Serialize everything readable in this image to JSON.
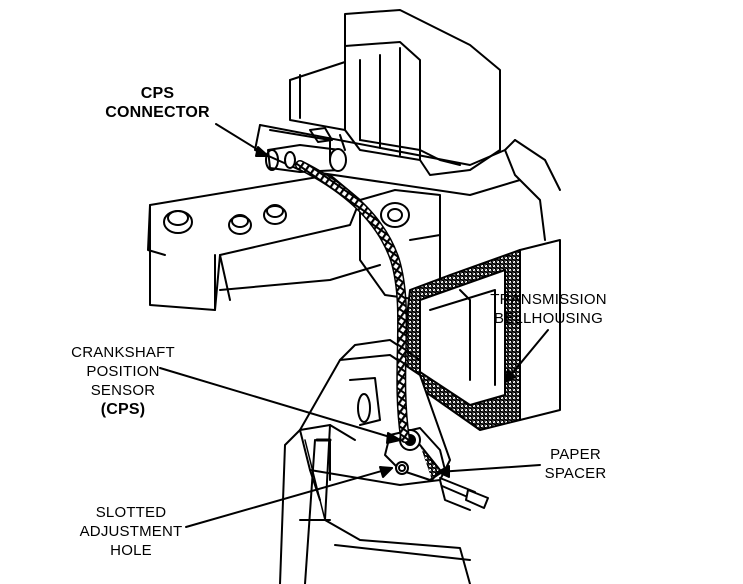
{
  "callouts": {
    "cps_connector": {
      "lines": [
        "CPS",
        "CONNECTOR"
      ]
    },
    "transmission_bellhousing": {
      "lines": [
        "TRANSMISSION",
        "BELLHOUSING"
      ]
    },
    "crankshaft_position_sensor": {
      "lines": [
        "CRANKSHAFT",
        "POSITION",
        "SENSOR",
        "(CPS)"
      ]
    },
    "paper_spacer": {
      "lines": [
        "PAPER",
        "SPACER"
      ]
    },
    "slotted_adjustment_hole": {
      "lines": [
        "SLOTTED",
        "ADJUSTMENT",
        "HOLE"
      ]
    }
  },
  "colors": {
    "ink": "#000000",
    "paper": "#ffffff",
    "shade": "#8a8a8a"
  }
}
